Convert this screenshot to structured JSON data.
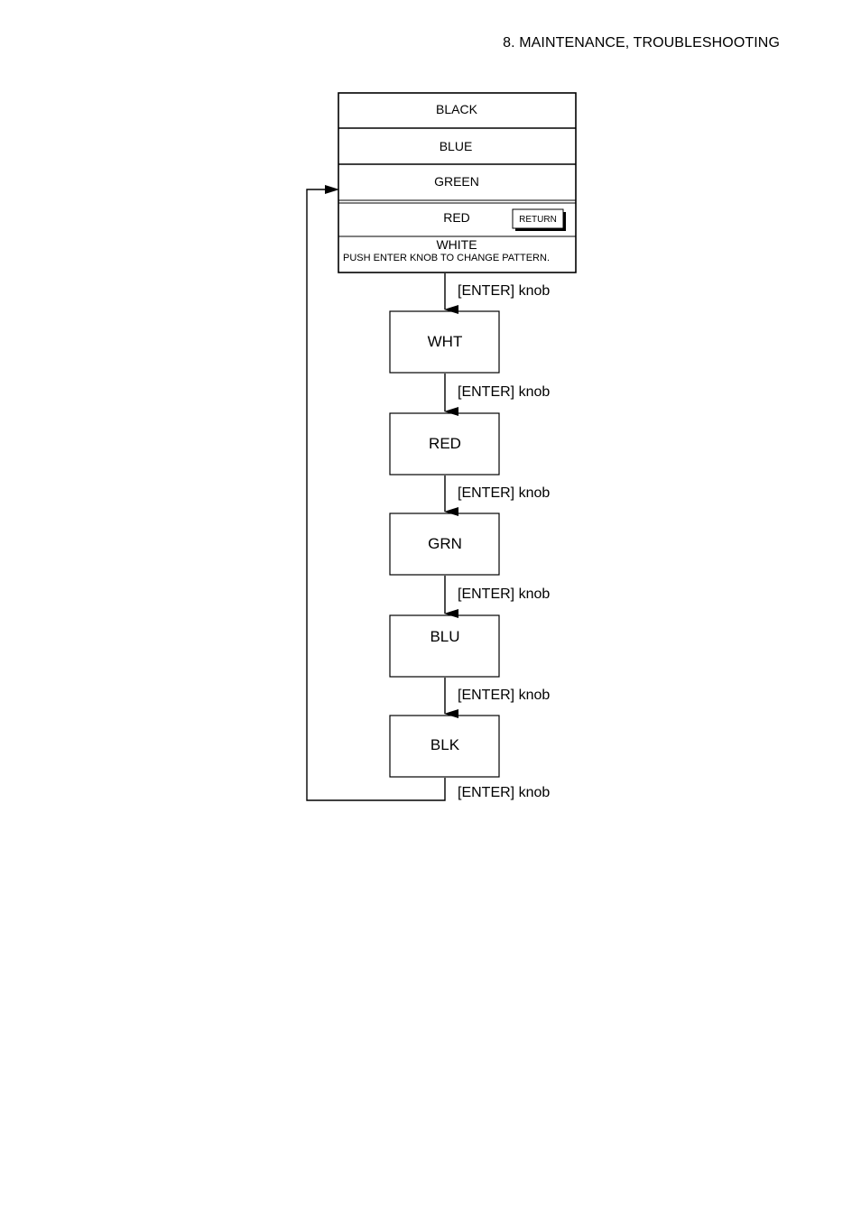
{
  "header": {
    "section_title": "8. MAINTENANCE, TROUBLESHOOTING"
  },
  "menu": {
    "items": [
      "BLACK",
      "BLUE",
      "GREEN",
      "RED",
      "WHITE"
    ],
    "return_label": "RETURN",
    "hint": "PUSH ENTER KNOB TO CHANGE PATTERN."
  },
  "sequence": {
    "boxes": [
      "WHT",
      "RED",
      "GRN",
      "BLU",
      "BLK"
    ],
    "transition_label": "[ENTER] knob"
  }
}
